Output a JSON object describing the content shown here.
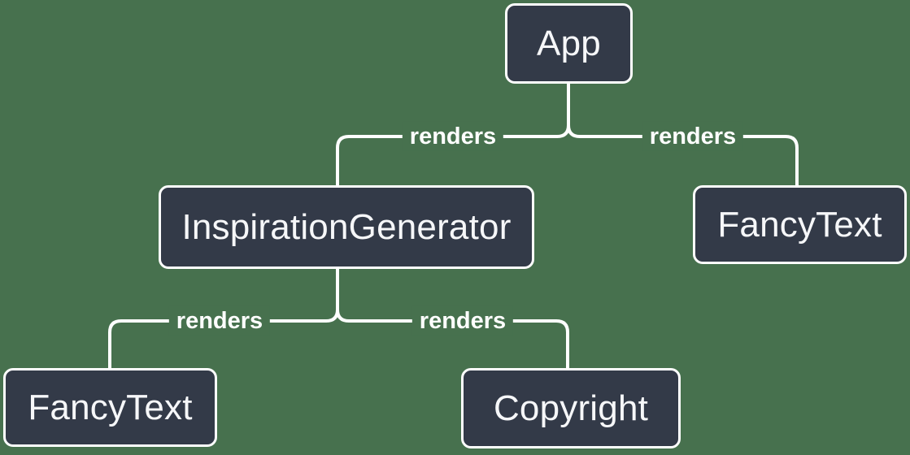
{
  "diagram": {
    "type": "tree",
    "colors": {
      "background": "#47714E",
      "node_fill": "#333A48",
      "node_border": "#FFFFFF",
      "node_text": "#F6F7F9",
      "edge_line": "#FFFFFF",
      "edge_label_text": "#FFFFFF"
    },
    "nodes": [
      {
        "id": "app",
        "label": "App"
      },
      {
        "id": "inspiration-generator",
        "label": "InspirationGenerator"
      },
      {
        "id": "fancy-text-top",
        "label": "FancyText"
      },
      {
        "id": "fancy-text-bottom",
        "label": "FancyText"
      },
      {
        "id": "copyright",
        "label": "Copyright"
      }
    ],
    "edges": [
      {
        "from": "App",
        "to": "InspirationGenerator",
        "label": "renders"
      },
      {
        "from": "App",
        "to": "FancyText",
        "label": "renders"
      },
      {
        "from": "InspirationGenerator",
        "to": "FancyText",
        "label": "renders"
      },
      {
        "from": "InspirationGenerator",
        "to": "Copyright",
        "label": "renders"
      }
    ]
  }
}
